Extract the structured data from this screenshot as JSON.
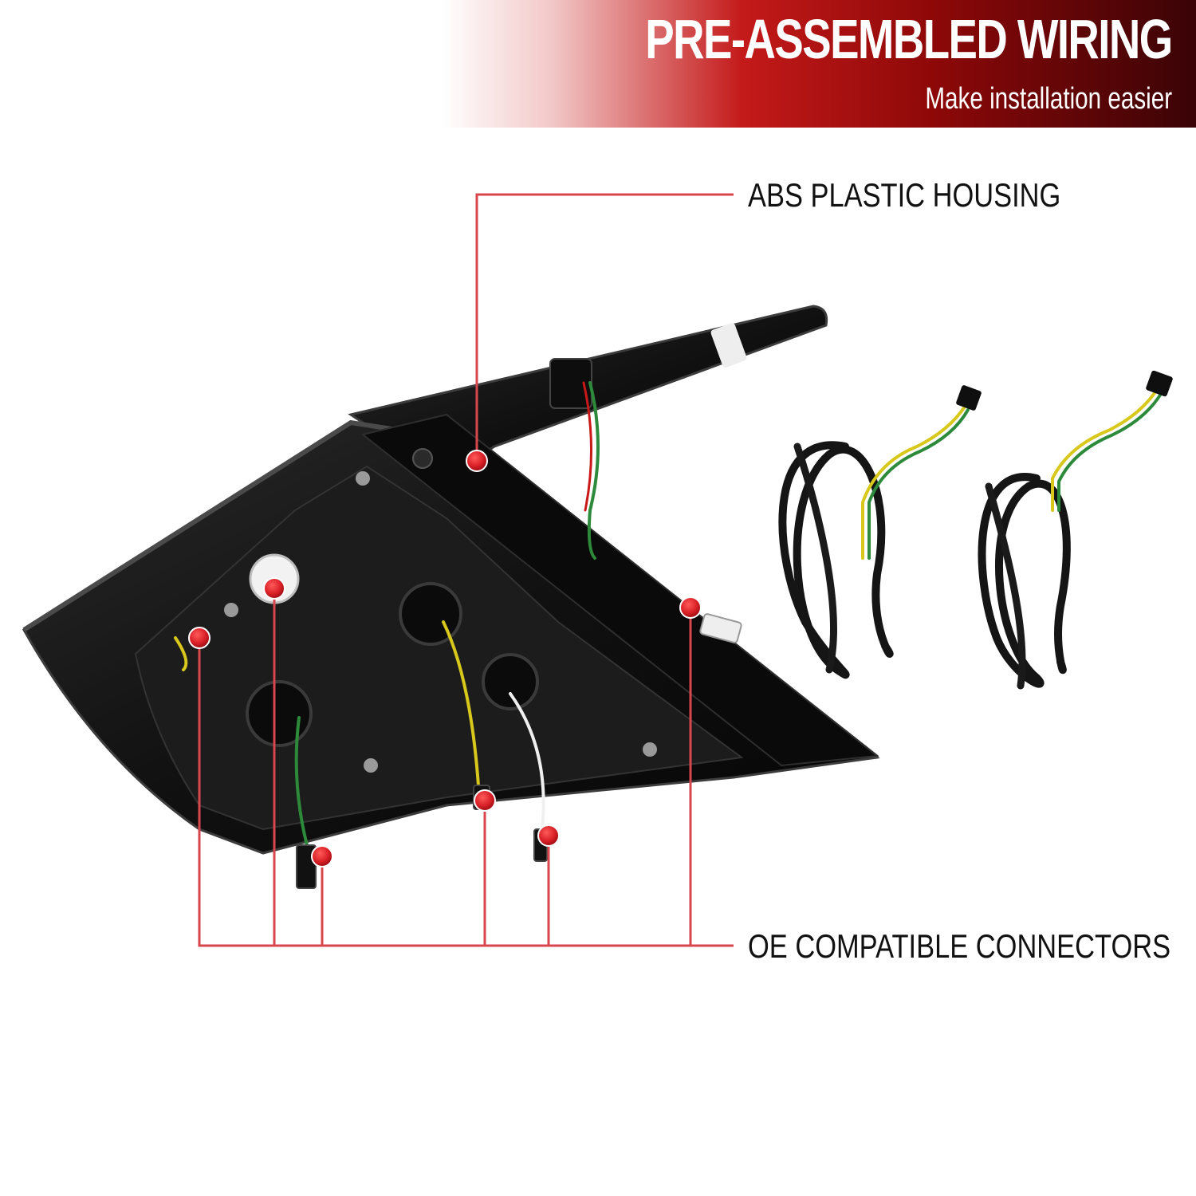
{
  "banner": {
    "title": "PRE-ASSEMBLED WIRING",
    "subtitle": "Make installation easier"
  },
  "callouts": {
    "housing": "ABS PLASTIC HOUSING",
    "connectors": "OE COMPATIBLE CONNECTORS"
  },
  "colors": {
    "accent_red": "#d81f26",
    "leader_line": "#d9464c",
    "housing_dark": "#141414",
    "wire_green": "#2d8a3a",
    "wire_yellow": "#d8c81c"
  },
  "icons": {
    "marker": "red-dot-marker"
  }
}
